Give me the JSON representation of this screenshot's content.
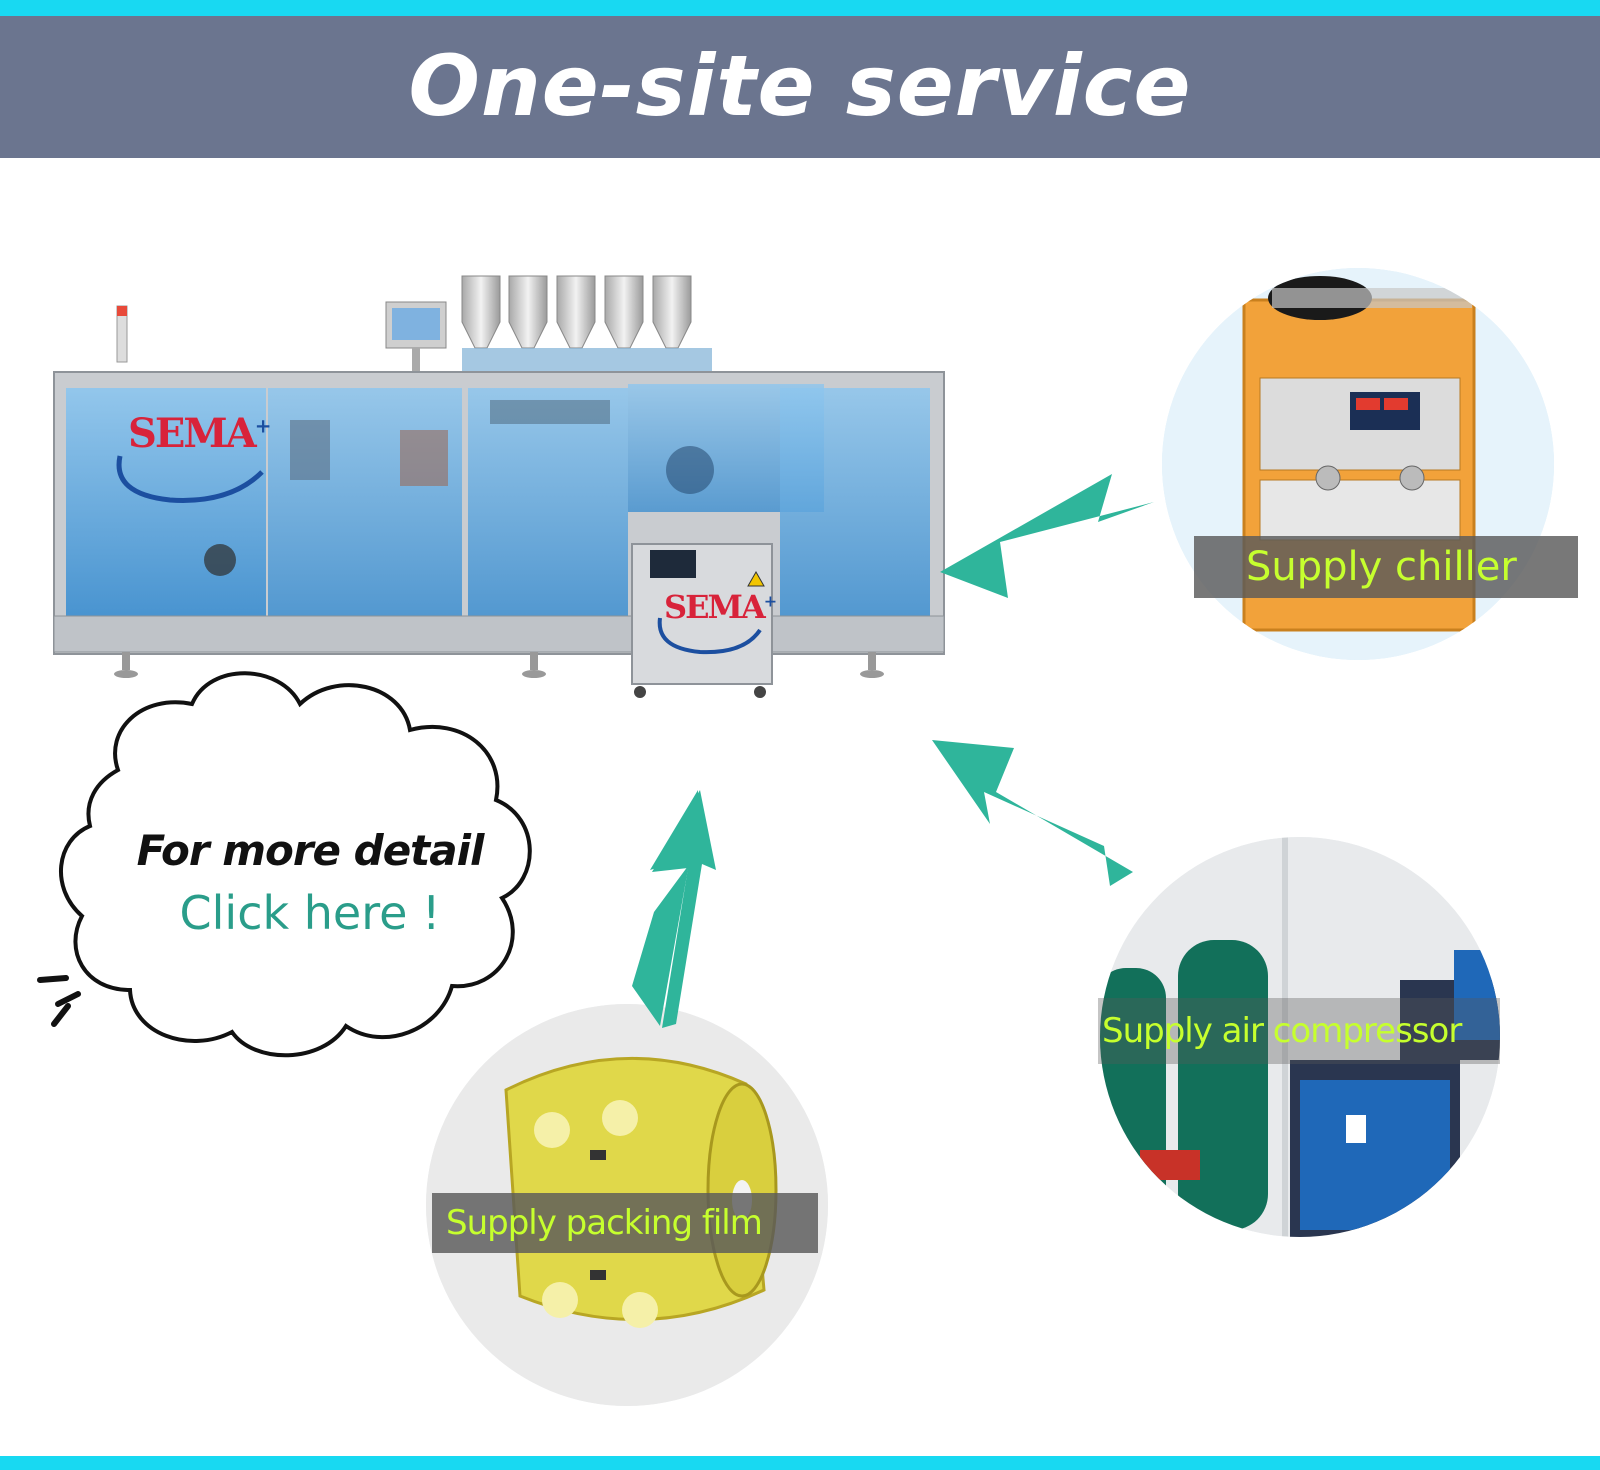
{
  "header": {
    "title": "One-site service"
  },
  "machine": {
    "logo": "SEMA",
    "logo_sup": "+"
  },
  "circles": {
    "chiller": {
      "label": "Supply chiller"
    },
    "compressor": {
      "label": "Supply air compressor"
    },
    "film": {
      "label": "Supply packing film"
    }
  },
  "cloud": {
    "line1": "For more detail",
    "link": "Click here !"
  },
  "colors": {
    "accent_strip": "#18d9f2",
    "header_band": "#6b758f",
    "arrow": "#2fb59b",
    "label_text": "#c6ff2e",
    "link_text": "#2a9d8a"
  }
}
